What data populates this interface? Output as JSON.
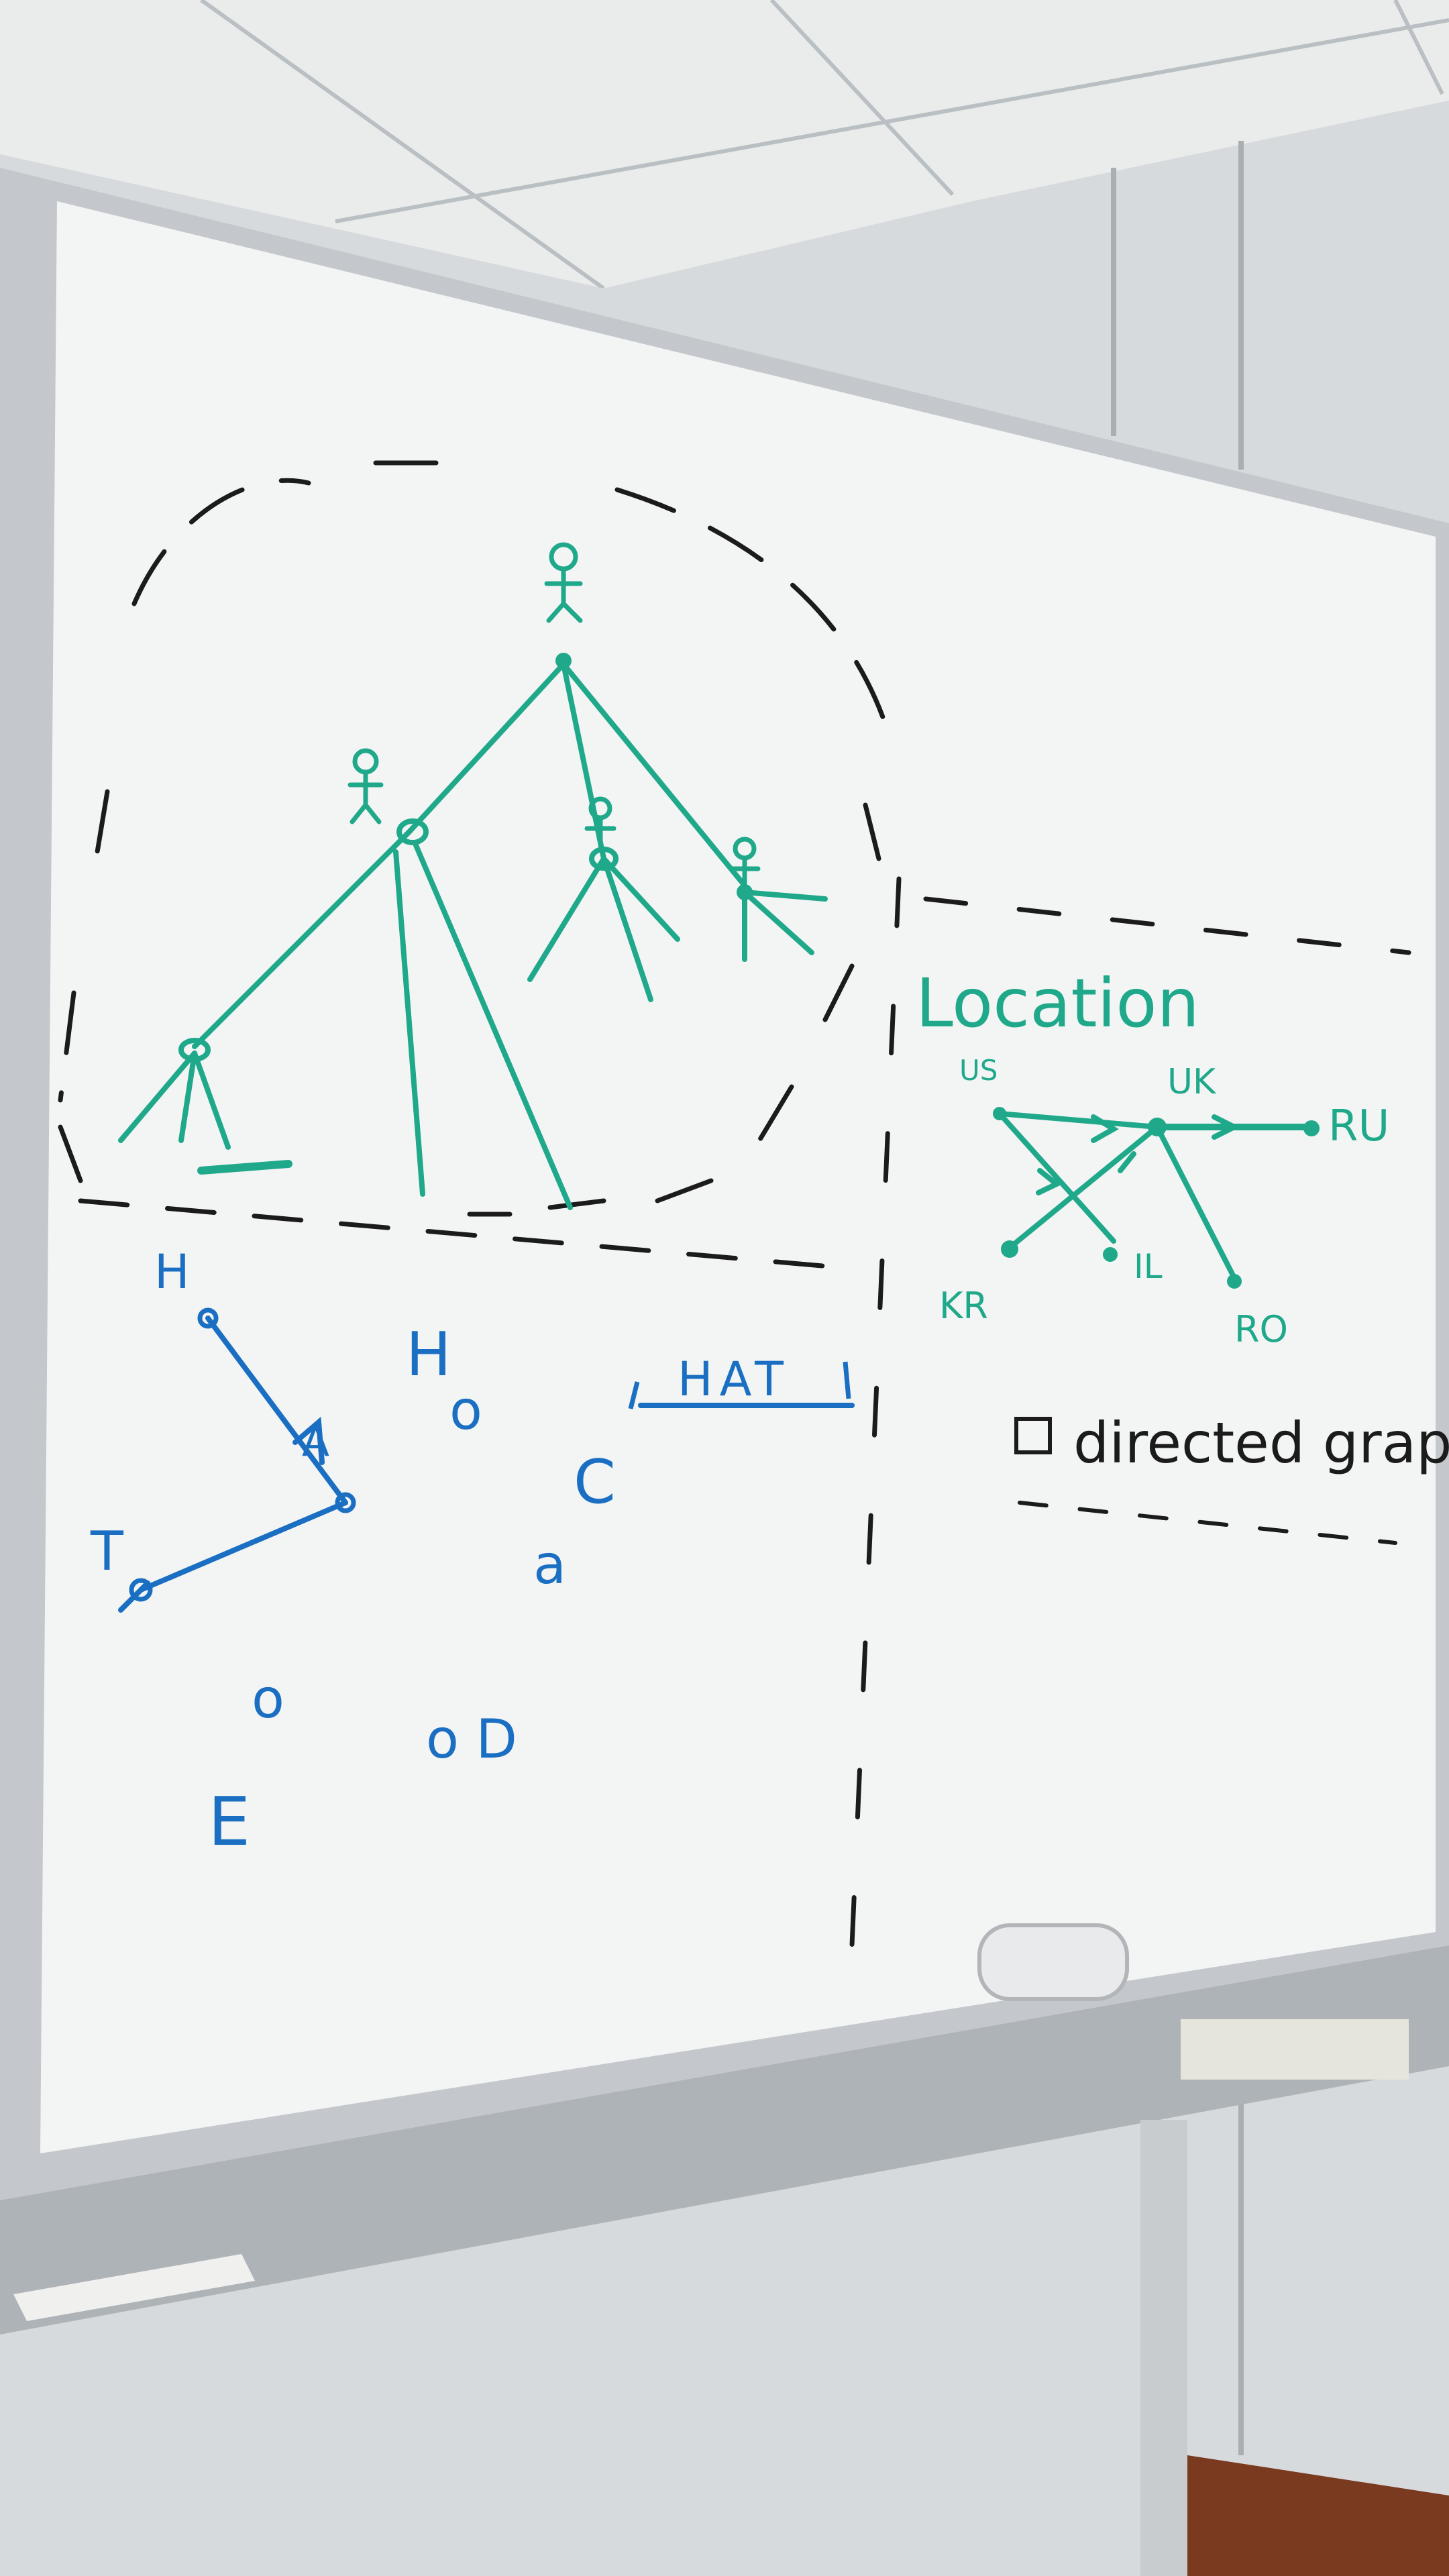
{
  "scene": {
    "description_free": true,
    "colors": {
      "wall": "#d8dcdf",
      "ceiling": "#e9eceb",
      "board": "#f4f6f6",
      "frame": "#c4c8cc",
      "green_marker": "#1fa98a",
      "blue_marker": "#1b6fc2",
      "black_marker": "#1b1b1b",
      "floor_trim": "#7a3a1f"
    }
  },
  "whiteboard": {
    "texts": {
      "location": "Location",
      "us": "US",
      "uk": "UK",
      "ru": "RU",
      "kr": "KR",
      "il": "IL",
      "ro": "RO",
      "hat": "HAT",
      "directed_graph": "directed graph",
      "h1": "H",
      "a1": "A",
      "t1": "T",
      "h2": "H",
      "o1": "o",
      "c1": "C",
      "d1": "a",
      "e1": "E",
      "o2": "o",
      "od": "o D",
      "o3": "o"
    }
  }
}
